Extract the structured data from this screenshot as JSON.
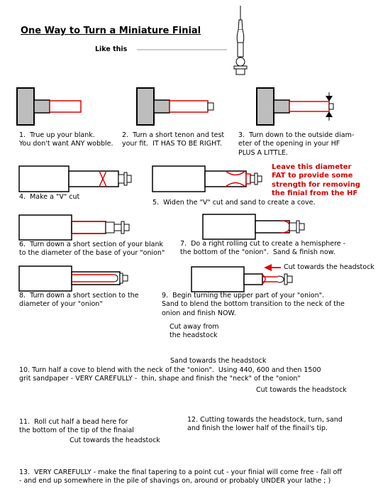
{
  "title": "One Way to Turn a Miniature Finial",
  "like_this": "Like this",
  "fat_note": "Leave this diameter\nFAT to provide some\nstrength for removing\nthe finial from the HF",
  "steps": [
    {
      "caption": "1.  True up your blank.\nYou don't want ANY wobble."
    },
    {
      "caption": "2.  Turn a short tenon and test\nyour fit.  IT HAS TO BE RIGHT."
    },
    {
      "caption": "3.  Turn down to the outside diam-\neter of the opening in your HF\nPLUS A LITTLE."
    },
    {
      "caption": "4.  Make a \"V\" cut"
    },
    {
      "caption": "5.  Widen the \"V\" cut and sand to create a cove."
    },
    {
      "caption": "6.  Turn down a short section of your blank\nto the diameter of the base of your \"onion\""
    },
    {
      "caption": "7.  Do a right rolling cut to create a hemisphere -\nthe bottom of the \"onion\".  Sand & finish now."
    },
    {
      "caption": "8.  Turn down a short section to the\ndiameter of your \"onion\""
    },
    {
      "caption": "9.  Begin turning the upper part of your \"onion\".\nSand to blend the bottom transition to the neck of the\nonion and finish NOW."
    },
    {
      "caption": "10. Turn half a cove to blend with the neck of the \"onion\".  Using 440, 600 and then 1500\ngrit sandpaper - VERY CAREFULLY -  thin, shape and finish the \"neck\" of the \"onion\""
    },
    {
      "caption": "11.  Roll cut half a bead here for\nthe bottom of the tip of the finaial"
    },
    {
      "caption": "12. Cutting towards the headstock, turn, sand\nand finish the lower half of the finail's tip."
    },
    {
      "caption": "13.  VERY CAREFULLY - make the final tapering to a point cut - your finial will come free - fall off\n- and end up somewhere in the pile of shavings on, around or probably UNDER your lathe ; )"
    }
  ],
  "arrow_labels": {
    "step9": "Cut towards the headstock",
    "step10_top": "Cut away from\nthe headstock",
    "step10_bottom": "Sand towards the headstock",
    "step12": "Cut towards the headstock",
    "step13": "Cut towards the headstock"
  },
  "colors": {
    "ink": "#000000",
    "accent": "#e00000",
    "chuck_fill": "#bdbdbd",
    "background": "#ffffff"
  }
}
